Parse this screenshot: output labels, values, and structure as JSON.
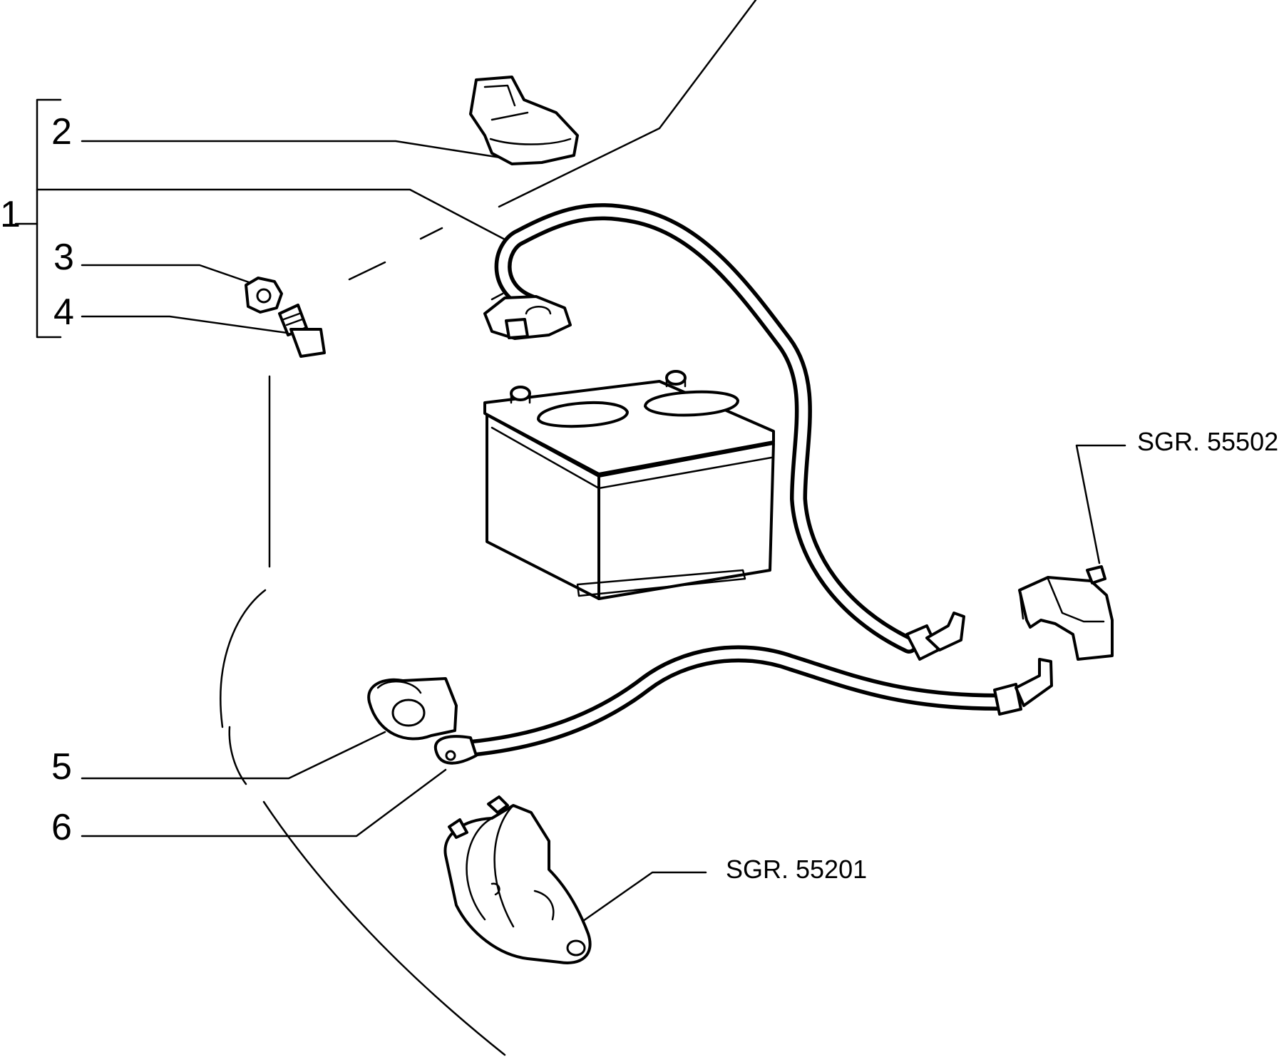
{
  "callouts": {
    "c1": "1",
    "c2": "2",
    "c3": "3",
    "c4": "4",
    "c5": "5",
    "c6": "6"
  },
  "references": {
    "cover_ref": "SGR. 55502",
    "starter_ref": "SGR. 55201"
  }
}
